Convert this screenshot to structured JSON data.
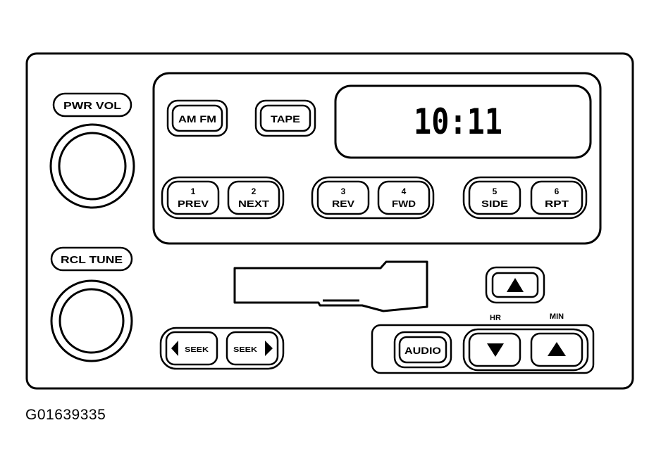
{
  "knobs": {
    "pwr_vol_label": "PWR VOL",
    "rcl_tune_label": "RCL TUNE"
  },
  "mode_buttons": {
    "am_fm": "AM FM",
    "tape": "TAPE"
  },
  "display": {
    "time": "10:11"
  },
  "presets": [
    {
      "number": "1",
      "label": "PREV"
    },
    {
      "number": "2",
      "label": "NEXT"
    },
    {
      "number": "3",
      "label": "REV"
    },
    {
      "number": "4",
      "label": "FWD"
    },
    {
      "number": "5",
      "label": "SIDE"
    },
    {
      "number": "6",
      "label": "RPT"
    }
  ],
  "seek": {
    "down_label": "SEEK",
    "up_label": "SEEK"
  },
  "controls": {
    "audio_label": "AUDIO",
    "hr_label": "HR",
    "min_label": "MIN"
  },
  "figure_id": "G01639335",
  "icons": {
    "eject": "eject-triangle-icon",
    "hr": "triangle-down-icon",
    "min": "triangle-up-icon",
    "seek_down": "triangle-left-icon",
    "seek_up": "triangle-right-icon"
  }
}
